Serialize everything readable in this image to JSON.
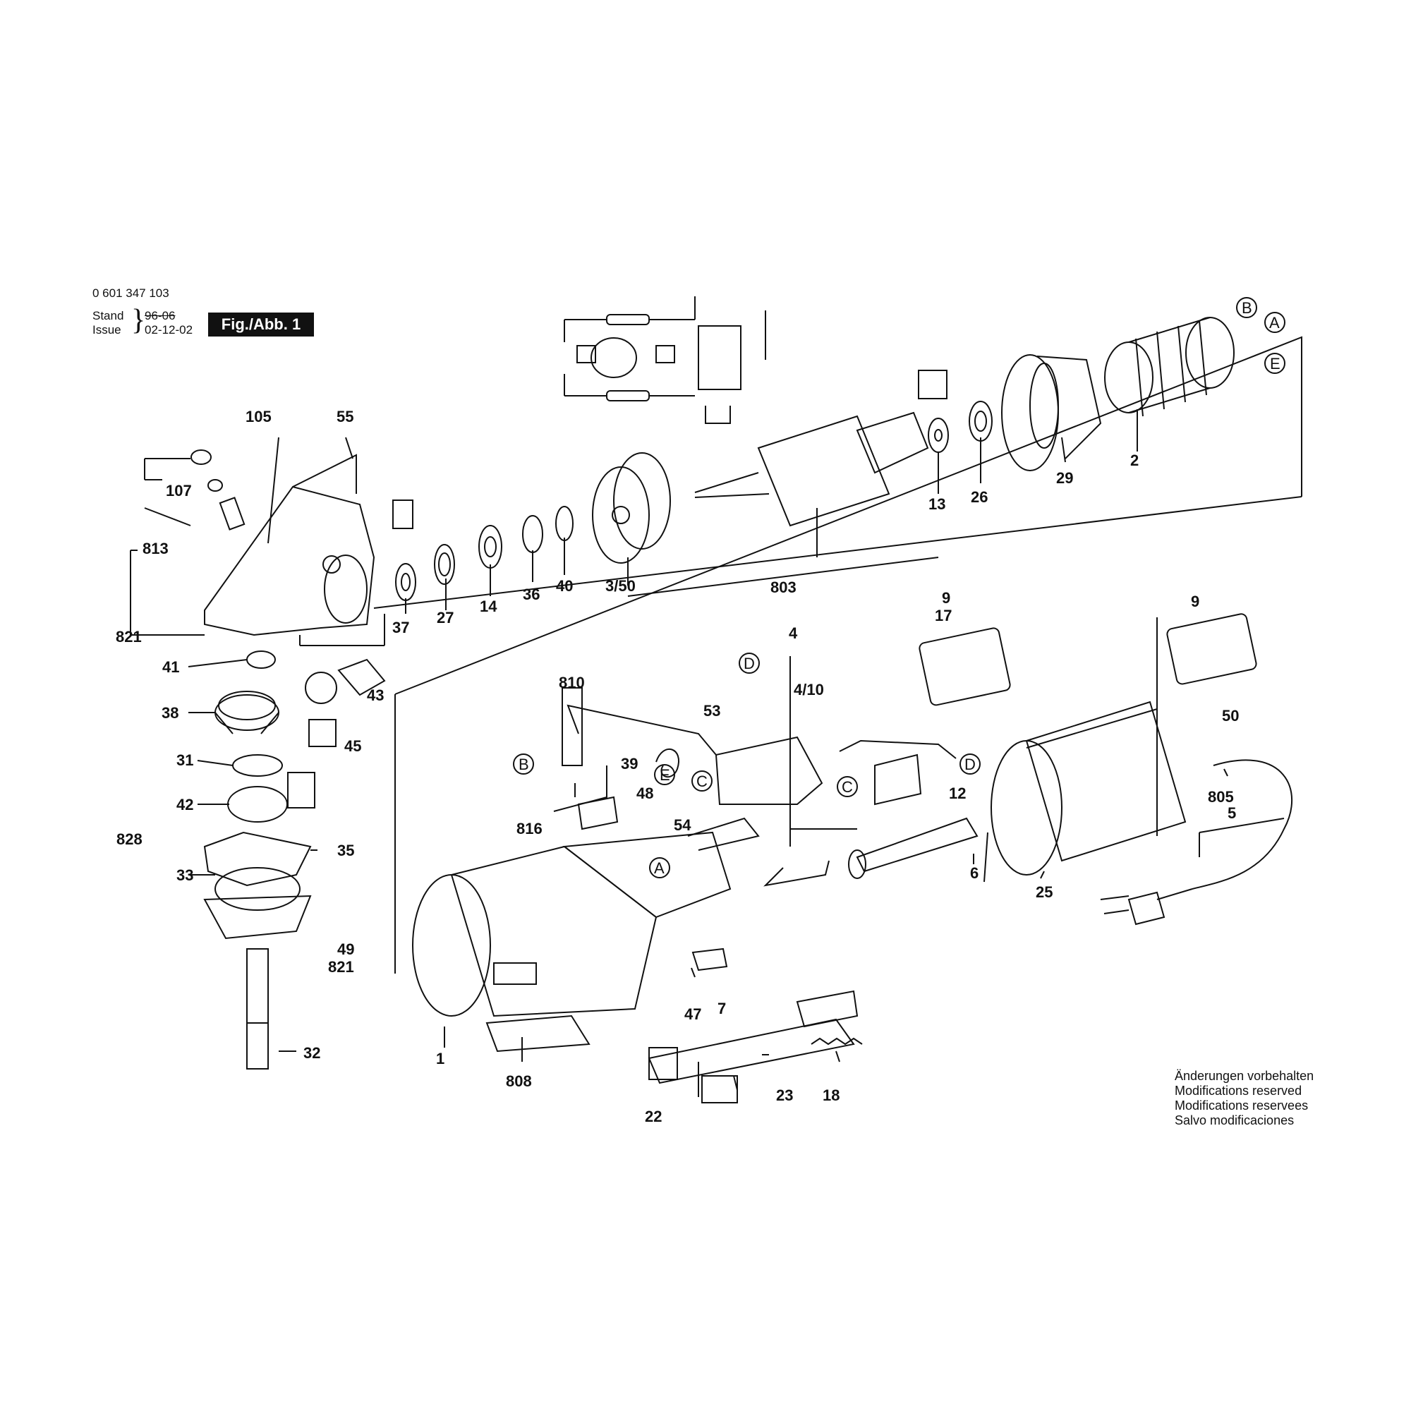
{
  "header": {
    "part_number": "0 601 347 103",
    "stand_label": "Stand",
    "issue_label": "Issue",
    "stand_date": "96-06",
    "issue_date": "02-12-02",
    "figure_title": "Fig./Abb. 1"
  },
  "notes": [
    "Änderungen vorbehalten",
    "Modifications reserved",
    "Modifications reservees",
    "Salvo modificaciones"
  ],
  "part_labels": [
    "105",
    "55",
    "107",
    "813",
    "821",
    "37",
    "27",
    "14",
    "36",
    "40",
    "3/50",
    "803",
    "13",
    "26",
    "29",
    "2",
    "41",
    "43",
    "45",
    "38",
    "31",
    "42",
    "828",
    "35",
    "33",
    "49",
    "821",
    "32",
    "810",
    "39",
    "53",
    "4",
    "4/10",
    "816",
    "48",
    "54",
    "12",
    "6",
    "25",
    "9",
    "17",
    "9",
    "50",
    "805",
    "5",
    "1",
    "47",
    "7",
    "808",
    "22",
    "23",
    "18"
  ],
  "connector_markers": [
    "B",
    "A",
    "E",
    "D",
    "B",
    "E",
    "C",
    "C",
    "D",
    "A"
  ],
  "icons": [
    "wiring-schematic-icon",
    "bearing-insert-icon",
    "shaft-seal-icon",
    "tool-kit-icon"
  ]
}
